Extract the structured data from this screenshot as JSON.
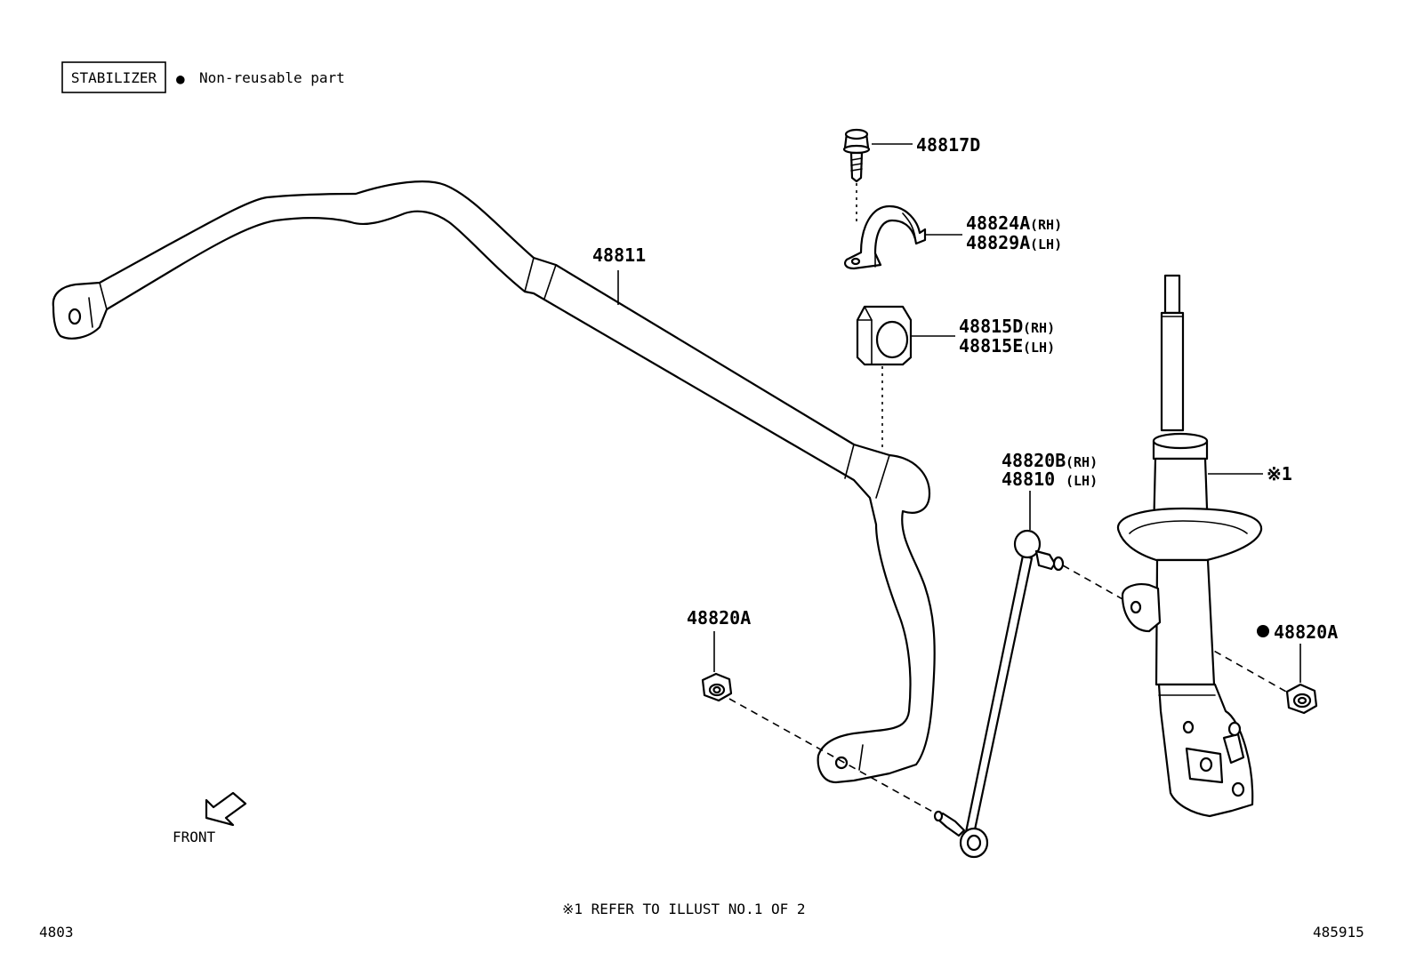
{
  "header": {
    "section_title": "STABILIZER",
    "legend_symbol": "●",
    "legend_text": "Non-reusable part"
  },
  "callouts": {
    "stabilizer_bar": "48811",
    "bolt": "48817D",
    "bracket_rh": "48824A",
    "bracket_lh": "48829A",
    "bushing_rh": "48815D",
    "bushing_lh": "48815E",
    "link_rh": "48820B",
    "link_lh": "48810",
    "nut_left": "48820A",
    "nut_right": "48820A",
    "strut_ref": "※1",
    "rh_suffix": "(RH)",
    "lh_suffix": "(LH)"
  },
  "orientation": {
    "label": "FRONT"
  },
  "footer": {
    "note": "※1 REFER TO ILLUST NO.1 OF 2",
    "section_code": "4803",
    "illustration_id": "485915"
  }
}
